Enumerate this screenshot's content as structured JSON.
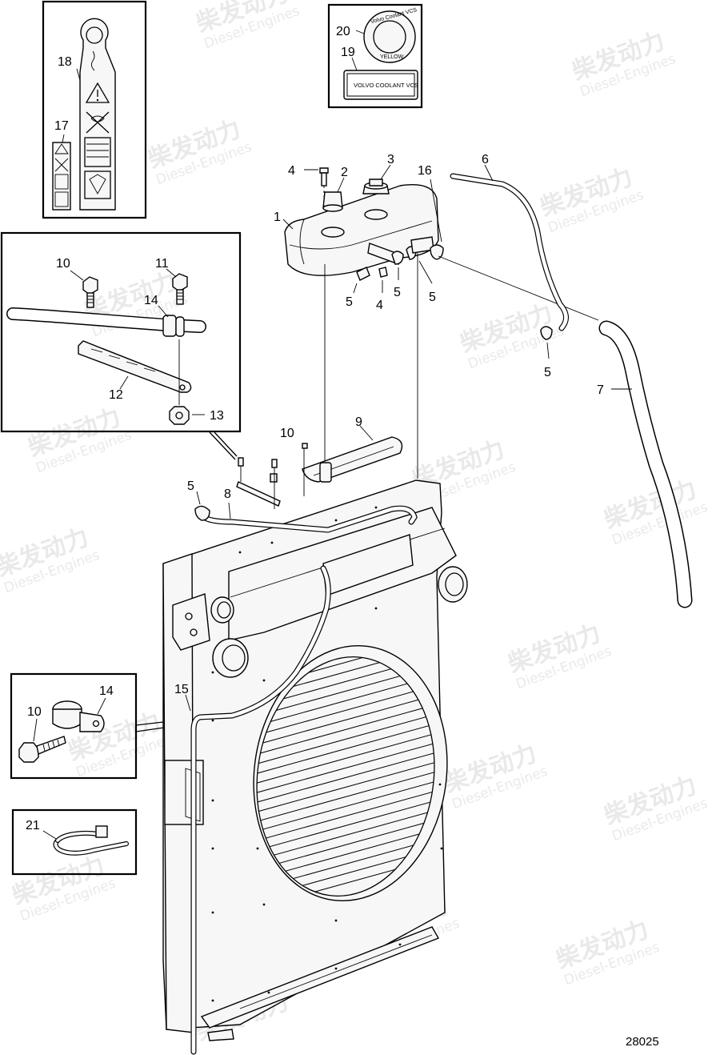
{
  "labels": {
    "n1": "1",
    "n2": "2",
    "n3": "3",
    "n4a": "4",
    "n4b": "4",
    "n5a": "5",
    "n5b": "5",
    "n5c": "5",
    "n5d": "5",
    "n5e": "5",
    "n6": "6",
    "n7": "7",
    "n8": "8",
    "n9": "9",
    "n10a": "10",
    "n10b": "10",
    "n10c": "10",
    "n11": "11",
    "n12": "12",
    "n13": "13",
    "n14a": "14",
    "n14b": "14",
    "n15": "15",
    "n16": "16",
    "n17": "17",
    "n18": "18",
    "n19": "19",
    "n20": "20",
    "n21": "21"
  },
  "decal": {
    "coolant_text": "VOLVO COOLANT VCS",
    "cap_ring_text": "Volvo Coolant VCS",
    "cap_bottom_text": "YELLOW"
  },
  "drawing_ref": "28025",
  "watermark": {
    "brand": "柴发动力",
    "sub": "Diesel-Engines"
  }
}
